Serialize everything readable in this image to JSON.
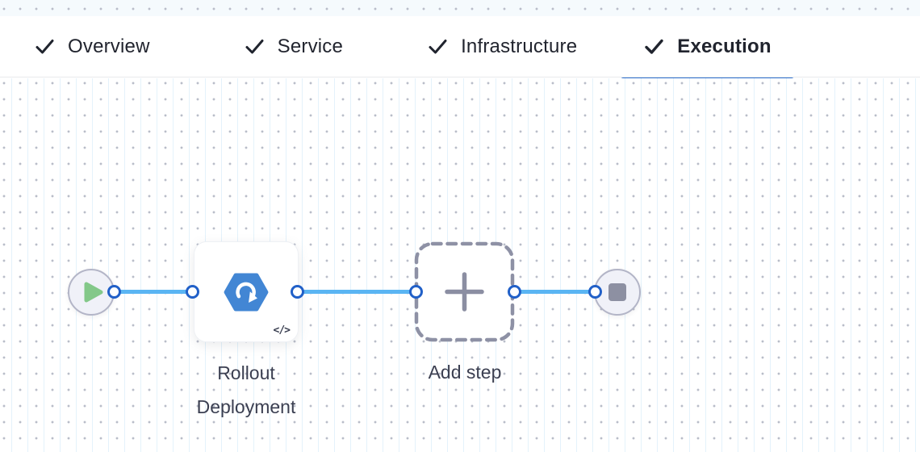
{
  "tabs": [
    {
      "label": "Overview",
      "completed": true,
      "active": false
    },
    {
      "label": "Service",
      "completed": true,
      "active": false
    },
    {
      "label": "Infrastructure",
      "completed": true,
      "active": false
    },
    {
      "label": "Execution",
      "completed": true,
      "active": true
    }
  ],
  "pipeline": {
    "start_node": {
      "icon": "play-icon"
    },
    "step": {
      "label": "Rollout Deployment",
      "icon": "rollout-deployment-icon",
      "badge_glyph": "</>"
    },
    "add_step": {
      "label": "Add step",
      "icon": "plus-icon"
    },
    "end_node": {
      "icon": "stop-icon"
    }
  },
  "colors": {
    "active_tab_indicator": "#2e70cf",
    "connector_line": "#5ab5f3",
    "port_border": "#2160c8",
    "step_icon_blue": "#4286d4",
    "play_green": "#83c889",
    "stop_gray": "#8d90a2",
    "dashed_border": "#8e91a5",
    "tab_text": "#21242e",
    "label_text": "#3b3f51"
  }
}
